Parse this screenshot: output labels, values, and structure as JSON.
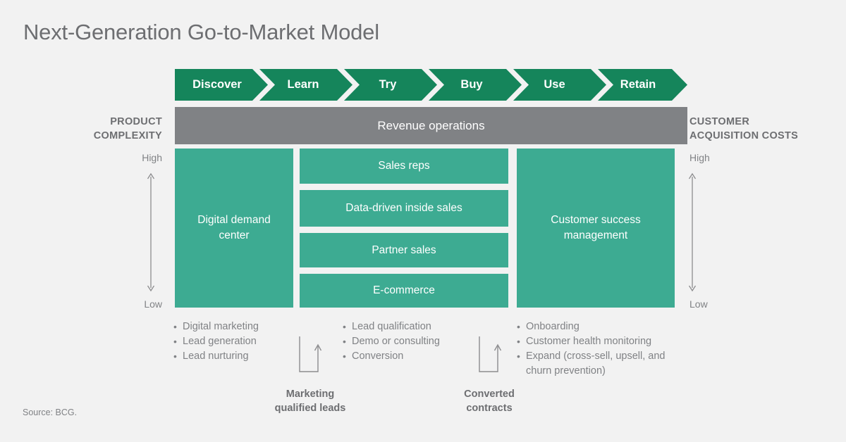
{
  "page": {
    "title": "Next-Generation Go-to-Market Model",
    "source": "Source: BCG.",
    "background_color": "#f2f2f2"
  },
  "colors": {
    "chevron_green": "#15855b",
    "box_teal": "#3dab92",
    "revops_gray": "#808285",
    "text_gray": "#6d6e71",
    "muted_gray": "#808285"
  },
  "stages": [
    {
      "label": "Discover"
    },
    {
      "label": "Learn"
    },
    {
      "label": "Try"
    },
    {
      "label": "Buy"
    },
    {
      "label": "Use"
    },
    {
      "label": "Retain"
    }
  ],
  "revenue_operations": {
    "label": "Revenue operations"
  },
  "axes": {
    "left": {
      "caption": "PRODUCT\nCOMPLEXITY",
      "caption_line1": "PRODUCT",
      "caption_line2": "COMPLEXITY",
      "high": "High",
      "low": "Low"
    },
    "right": {
      "caption_line1": "CUSTOMER",
      "caption_line2": "ACQUISITION COSTS",
      "high": "High",
      "low": "Low"
    }
  },
  "channels": {
    "demand_center": "Digital demand\ncenter",
    "demand_center_line1": "Digital demand",
    "demand_center_line2": "center",
    "sales_reps": "Sales reps",
    "inside_sales": "Data-driven inside sales",
    "partner_sales": "Partner sales",
    "ecommerce": "E-commerce",
    "customer_success_line1": "Customer success",
    "customer_success_line2": "management"
  },
  "activities": {
    "demand": [
      "Digital marketing",
      "Lead generation",
      "Lead nurturing"
    ],
    "sales": [
      "Lead qualification",
      "Demo or consulting",
      "Conversion"
    ],
    "success": [
      "Onboarding",
      "Customer health monitoring",
      "Expand (cross-sell, upsell, and churn prevention)"
    ]
  },
  "callouts": [
    {
      "id": "marketing-qualified-leads",
      "line1": "Marketing",
      "line2": "qualified leads"
    },
    {
      "id": "converted-contracts",
      "line1": "Converted",
      "line2": "contracts"
    }
  ]
}
